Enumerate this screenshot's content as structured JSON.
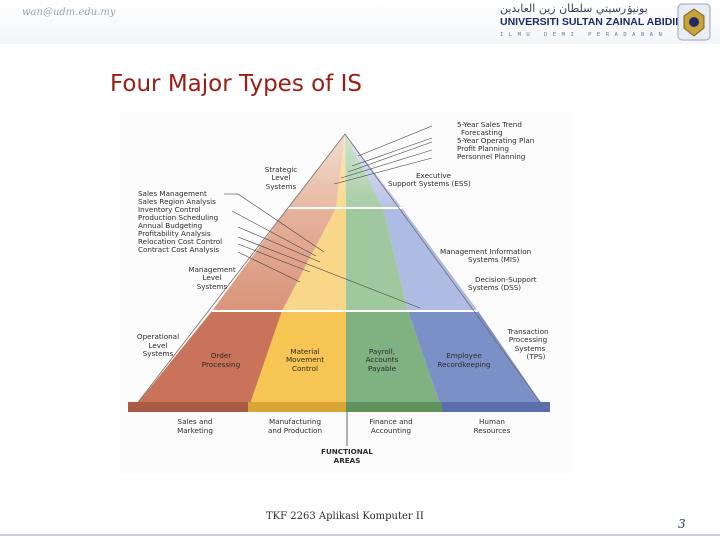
{
  "header": {
    "email": "wan@udm.edu.my",
    "logo_arabic": "يونيۏرسيتي سلطان زين العابدين",
    "logo_university": "UNIVERSITI SULTAN ZAINAL ABIDIN",
    "logo_motto": "ILMU  DEMI  PERADABAN"
  },
  "slide": {
    "title": "Four Major Types of IS"
  },
  "diagram": {
    "ess_items": [
      "5-Year Sales Trend",
      "Forecasting",
      "5-Year Operating Plan",
      "Profit Planning",
      "Personnel Planning"
    ],
    "ess_label": [
      "Executive",
      "Support Systems (ESS)"
    ],
    "strategic_label": [
      "Strategic",
      "Level",
      "Systems"
    ],
    "mis_dss_items": [
      "Sales Management",
      "Sales Region Analysis",
      "Inventory Control",
      "Production Scheduling",
      "Annual Budgeting",
      "Profitability Analysis",
      "Relocation Cost Control",
      "Contract Cost Analysis"
    ],
    "management_label": [
      "Management",
      "Level",
      "Systems"
    ],
    "mis_label": [
      "Management Information",
      "Systems (MIS)"
    ],
    "dss_label": [
      "Decision-Support",
      "Systems (DSS)"
    ],
    "operational_label": [
      "Operational",
      "Level",
      "Systems"
    ],
    "tps_label": [
      "Transaction",
      "Processing",
      "Systems",
      "(TPS)"
    ],
    "tps_items": [
      [
        "Order",
        "Processing"
      ],
      [
        "Material",
        "Movement",
        "Control"
      ],
      [
        "Payroll,",
        "Accounts",
        "Payable"
      ],
      [
        "Employee",
        "Recordkeeping"
      ]
    ],
    "functional_areas": [
      [
        "Sales and",
        "Marketing"
      ],
      [
        "Manufacturing",
        "and Production"
      ],
      [
        "Finance and",
        "Accounting"
      ],
      [
        "Human",
        "Resources"
      ]
    ],
    "functional_areas_caption": [
      "FUNCTIONAL",
      "AREAS"
    ],
    "colors": {
      "sales": "#c8735c",
      "manufacturing": "#f6c553",
      "finance": "#7fb07f",
      "hr": "#7a8fc8"
    }
  },
  "footer": {
    "course": "TKF 2263  Aplikasi Komputer II",
    "page_number": "3"
  }
}
